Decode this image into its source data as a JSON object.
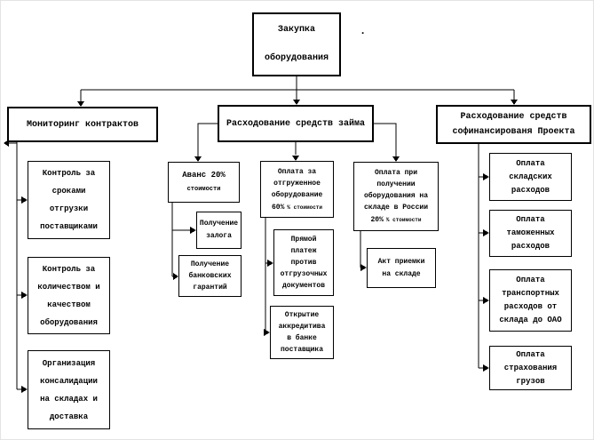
{
  "diagram": {
    "title_box": {
      "text": "Закупка\n\nоборудования"
    },
    "stray_dot": ".",
    "monitoring": {
      "label": "Мониторинг контрактов",
      "children": [
        {
          "label": "Контроль за\nсроками\nотгрузки\nпоставщиками"
        },
        {
          "label": "Контроль за\nколичеством и\nкачеством\nоборудования"
        },
        {
          "label": "Организация\nконсалидации\nна складах и\nдоставка"
        }
      ]
    },
    "loan": {
      "label": "Расходование средств займа",
      "advance": {
        "label": "Аванс 20%",
        "sub": "стоимости",
        "children": [
          {
            "label": "Получение\nзалога"
          },
          {
            "label": "Получение\nбанковских\nгарантий"
          }
        ]
      },
      "shipment_payment": {
        "label": "Оплата за\nотгруженное\nоборудование",
        "pct": "60%",
        "pct_note": "% стоимости",
        "children": [
          {
            "label": "Прямой\nплатеж\nпротив\nотгрузочных\nдокументов"
          },
          {
            "label": "Открытие\nаккредитива\nв банке\nпоставщика"
          }
        ]
      },
      "receipt_payment": {
        "label": "Оплата при\nполучении\nоборудования на\nскладе в России",
        "pct": "20%",
        "pct_note": "% стоимости",
        "children": [
          {
            "label": "Акт приемки\nна складе"
          }
        ]
      }
    },
    "cofinancing": {
      "label": "Расходование средств\nсофинансированя Проекта",
      "children": [
        {
          "label": "Оплата\nскладских\nрасходов"
        },
        {
          "label": "Оплата\nтаможенных\nрасходов"
        },
        {
          "label": "Оплата\nтранспортных\nрасходов от\nсклада до ОАО"
        },
        {
          "label": "Оплата\nстрахования\nгрузов"
        }
      ]
    },
    "colors": {
      "line": "#000000",
      "box_bg": "#ffffff",
      "text": "#000000"
    }
  }
}
